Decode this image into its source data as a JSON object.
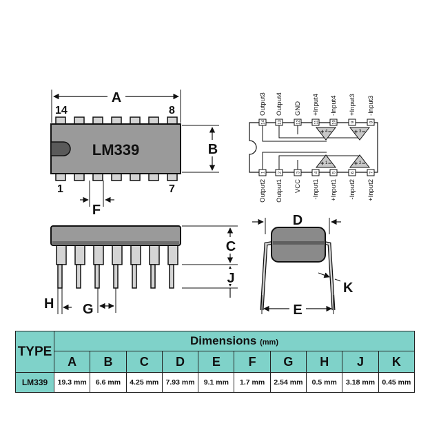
{
  "chip": {
    "part": "LM339",
    "pin_first_top": "14",
    "pin_last_top": "8",
    "pin_first_bottom": "1",
    "pin_last_bottom": "7"
  },
  "dim_labels": {
    "A": "A",
    "B": "B",
    "C": "C",
    "D": "D",
    "E": "E",
    "F": "F",
    "G": "G",
    "H": "H",
    "J": "J",
    "K": "K"
  },
  "pinout": {
    "top": [
      {
        "num": "14",
        "name": "Output3"
      },
      {
        "num": "13",
        "name": "Output4"
      },
      {
        "num": "12",
        "name": "GND"
      },
      {
        "num": "11",
        "name": "+Input4"
      },
      {
        "num": "10",
        "name": "-Input4"
      },
      {
        "num": "9",
        "name": "+Input3"
      },
      {
        "num": "8",
        "name": "-Input3"
      }
    ],
    "bottom": [
      {
        "num": "1",
        "name": "Output2"
      },
      {
        "num": "2",
        "name": "Output1"
      },
      {
        "num": "3",
        "name": "VCC"
      },
      {
        "num": "4",
        "name": "-Input1"
      },
      {
        "num": "5",
        "name": "+Input1"
      },
      {
        "num": "6",
        "name": "-Input2"
      },
      {
        "num": "7",
        "name": "+Input2"
      }
    ],
    "opamp_numbers": [
      "4",
      "3",
      "1",
      "2"
    ]
  },
  "table": {
    "type_header": "TYPE",
    "title": "Dimensions",
    "unit": "(mm)",
    "columns": [
      "A",
      "B",
      "C",
      "D",
      "E",
      "F",
      "G",
      "H",
      "J",
      "K"
    ],
    "rows": [
      {
        "type": "LM339",
        "values": [
          "19.3 mm",
          "6.6 mm",
          "4.25 mm",
          "7.93 mm",
          "9.1 mm",
          "1.7 mm",
          "2.54 mm",
          "0.5 mm",
          "3.18 mm",
          "0.45 mm"
        ]
      }
    ]
  },
  "colors": {
    "body": "#9a9a9a",
    "body_dark": "#6f6f6f",
    "leg": "#d4d4d4",
    "table_accent": "#7fd2c9"
  }
}
